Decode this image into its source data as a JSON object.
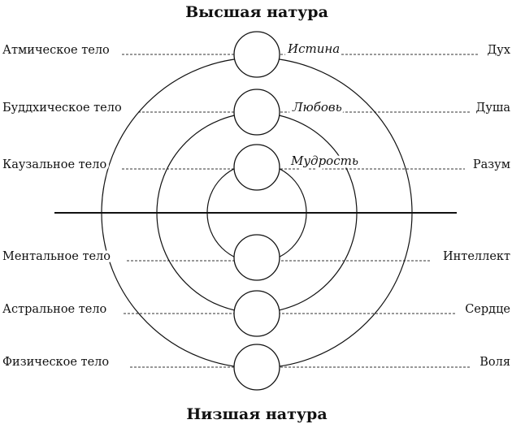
{
  "title_top": "Высшая натура",
  "title_bottom": "Низшая натура",
  "rows": [
    {
      "left": "Атмическое тело",
      "middle": "Истина",
      "right": "Дух"
    },
    {
      "left": "Буддхическое тело",
      "middle": "Любовь",
      "right": "Душа"
    },
    {
      "left": "Каузальное тело",
      "middle": "Мудрость",
      "right": "Разум"
    },
    {
      "left": "Ментальное тело",
      "middle": "",
      "right": "Интеллект"
    },
    {
      "left": "Астральное тело",
      "middle": "",
      "right": "Сердце"
    },
    {
      "left": "Физическое тело",
      "middle": "",
      "right": "Воля"
    }
  ]
}
